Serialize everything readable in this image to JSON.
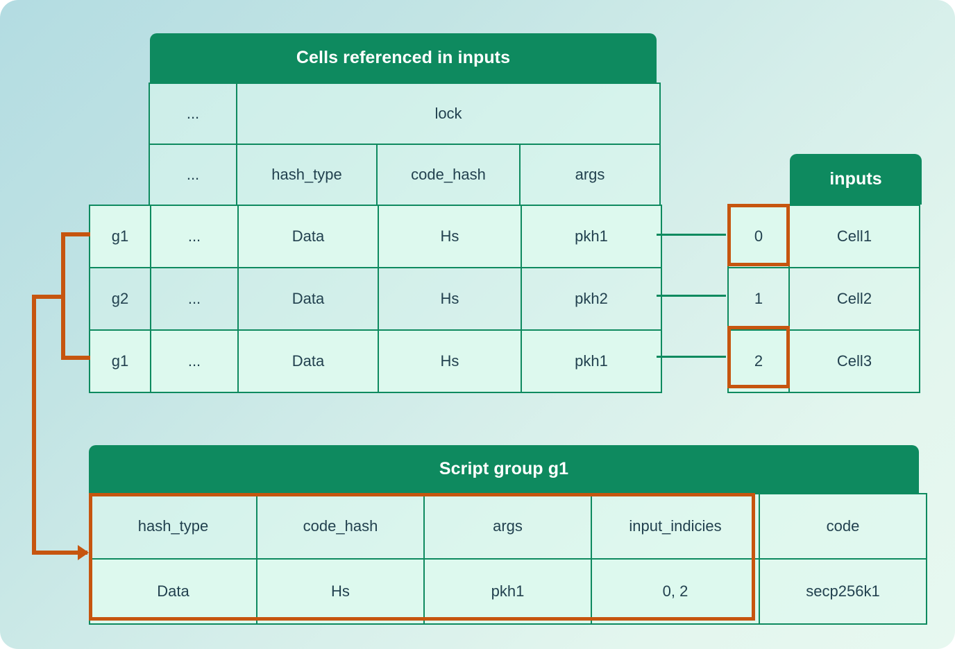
{
  "theme": {
    "green": "#0e8a5f",
    "orange": "#c6550f",
    "text": "#22414f",
    "cell_fill": "#ddf9ee",
    "bg_from": "#b3dce2",
    "bg_to": "#e7f8f0"
  },
  "cells_table": {
    "title": "Cells referenced in inputs",
    "group_header_label": "",
    "spanned_header": {
      "ellipsis": "...",
      "lock": "lock"
    },
    "columns": [
      "...",
      "hash_type",
      "code_hash",
      "args"
    ],
    "rows": [
      {
        "group": "g1",
        "ellipsis": "...",
        "hash_type": "Data",
        "code_hash": "Hs",
        "args": "pkh1",
        "dim": false
      },
      {
        "group": "g2",
        "ellipsis": "...",
        "hash_type": "Data",
        "code_hash": "Hs",
        "args": "pkh2",
        "dim": true
      },
      {
        "group": "g1",
        "ellipsis": "...",
        "hash_type": "Data",
        "code_hash": "Hs",
        "args": "pkh1",
        "dim": false
      }
    ]
  },
  "inputs_table": {
    "title": "inputs",
    "rows": [
      {
        "index": "0",
        "cell": "Cell1",
        "highlighted": true,
        "dim": false
      },
      {
        "index": "1",
        "cell": "Cell2",
        "highlighted": false,
        "dim": true
      },
      {
        "index": "2",
        "cell": "Cell3",
        "highlighted": true,
        "dim": false
      }
    ]
  },
  "script_group_table": {
    "title": "Script group g1",
    "columns": [
      "hash_type",
      "code_hash",
      "args",
      "input_indicies",
      "code"
    ],
    "row": [
      "Data",
      "Hs",
      "pkh1",
      "0, 2",
      "secp256k1"
    ],
    "highlight_columns": [
      "hash_type",
      "code_hash",
      "args",
      "input_indicies"
    ]
  }
}
